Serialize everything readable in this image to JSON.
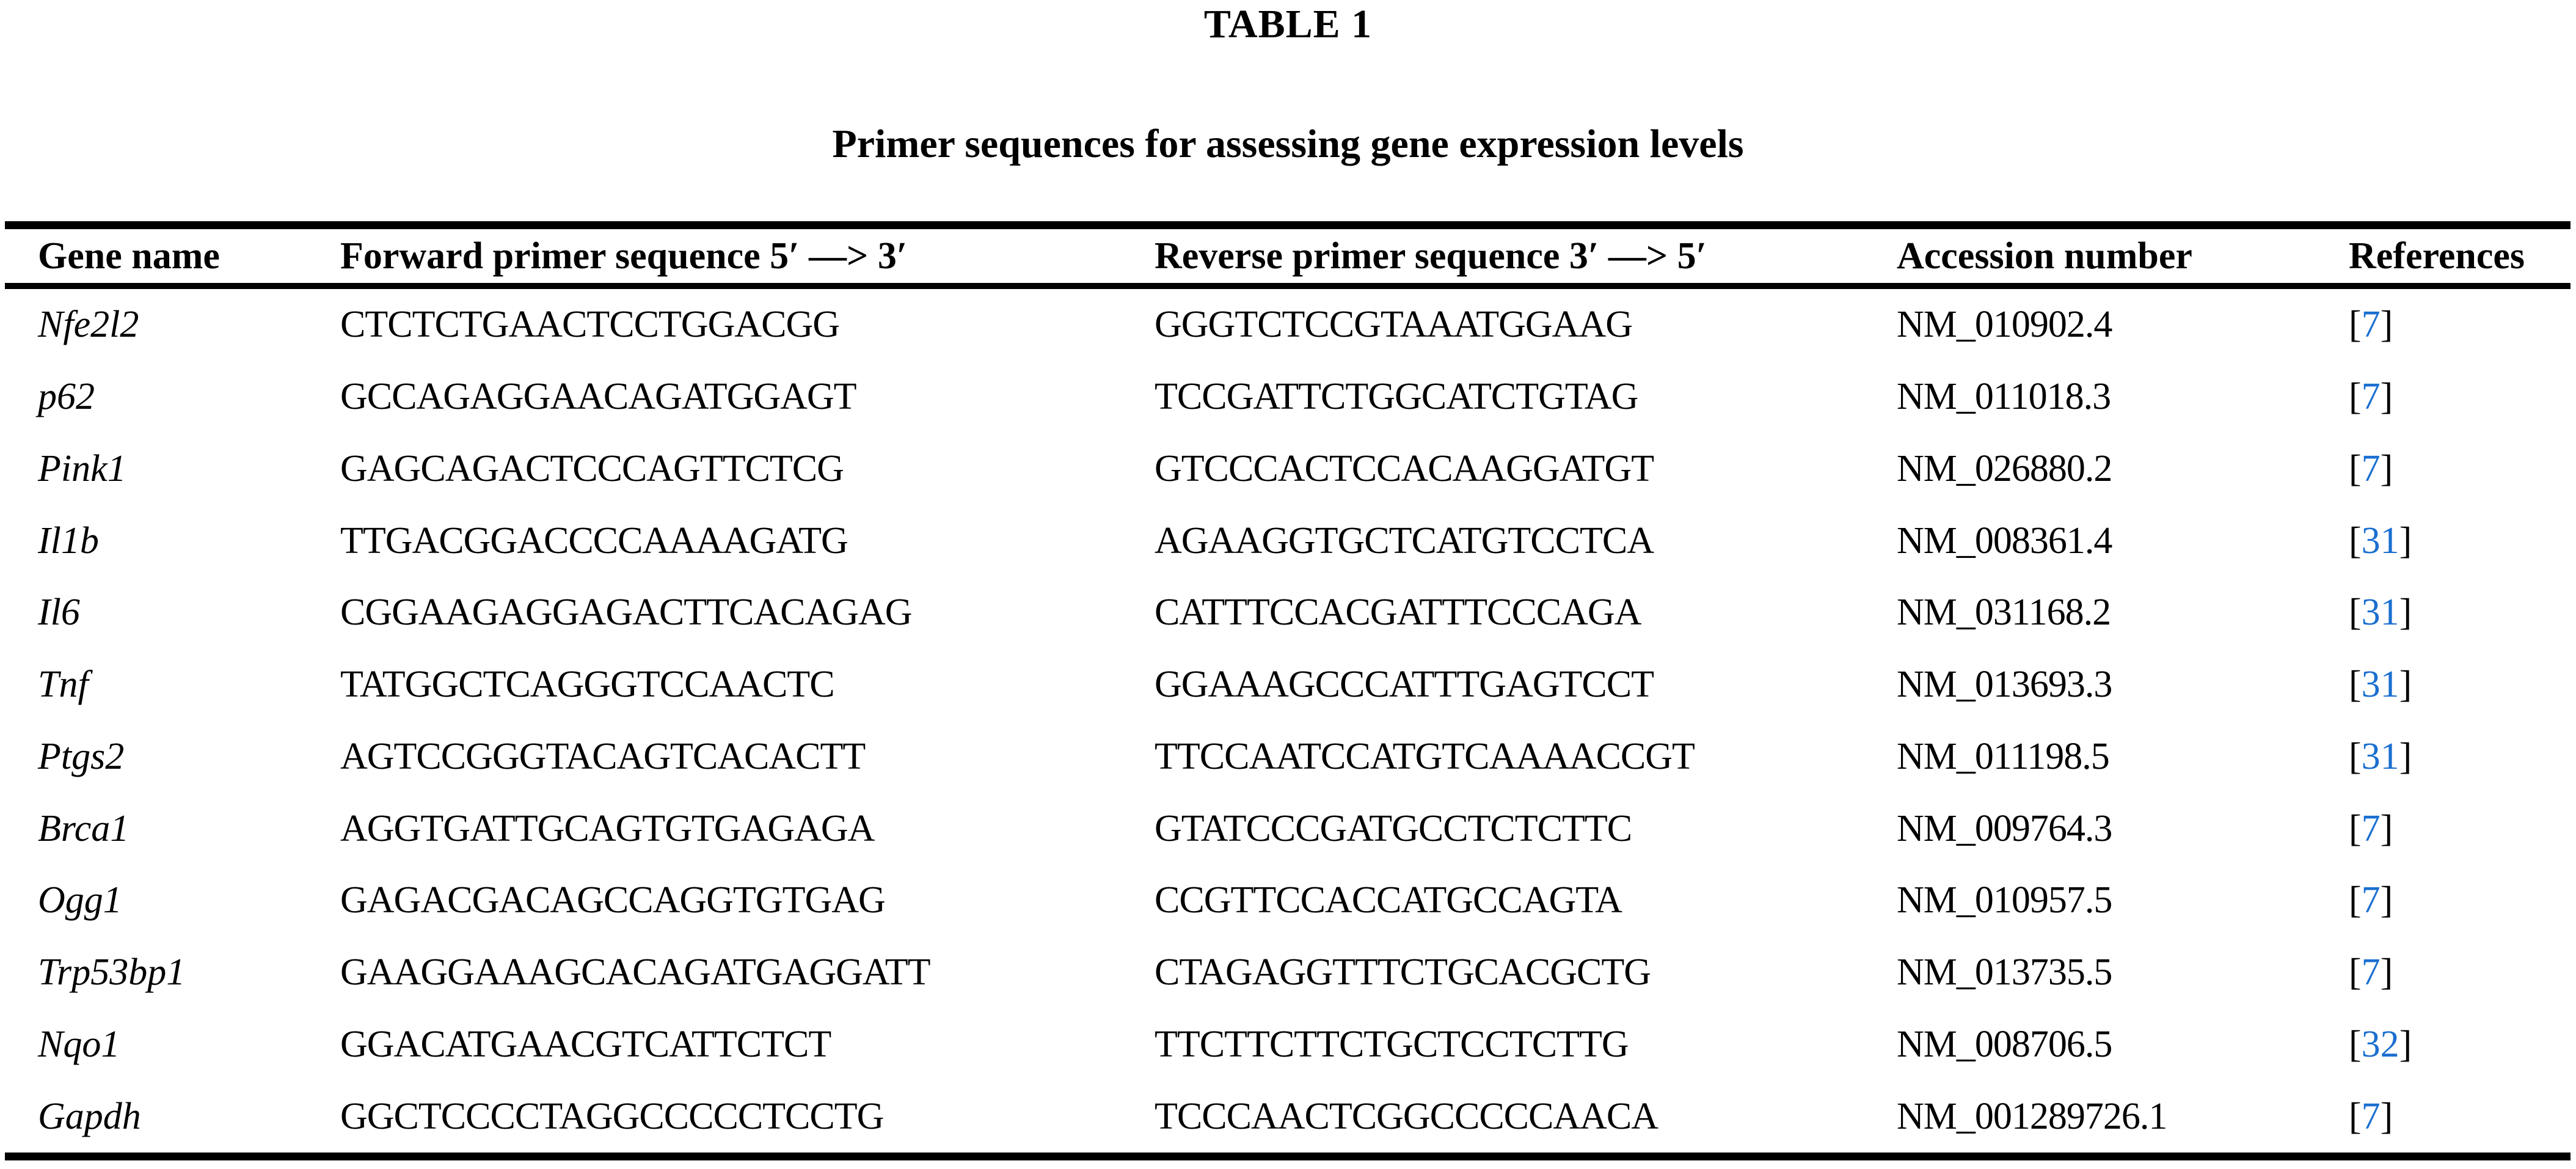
{
  "page": {
    "background": "#ffffff"
  },
  "colors": {
    "text": "#000000",
    "rule": "#000000",
    "reference_link": "#1b6fd0"
  },
  "table": {
    "label": "TABLE 1",
    "title": "Primer sequences for assessing gene expression levels",
    "columns": [
      "Gene name",
      "Forward primer sequence 5′ —> 3′",
      "Reverse primer sequence 3′ —> 5′",
      "Accession number",
      "References"
    ],
    "refs": {
      "open": "[",
      "close": "]"
    },
    "rows": [
      {
        "gene": "Nfe2l2",
        "forward": "CTCTCTGAACTCCTGGACGG",
        "reverse": "GGGTCTCCGTAAATGGAAG",
        "accession": "NM_010902.4",
        "reference": "7"
      },
      {
        "gene": "p62",
        "forward": "GCCAGAGGAACAGATGGAGT",
        "reverse": "TCCGATTCTGGCATCTGTAG",
        "accession": "NM_011018.3",
        "reference": "7"
      },
      {
        "gene": "Pink1",
        "forward": "GAGCAGACTCCCAGTTCTCG",
        "reverse": "GTCCCACTCCACAAGGATGT",
        "accession": "NM_026880.2",
        "reference": "7"
      },
      {
        "gene": "Il1b",
        "forward": "TTGACGGACCCCAAAAGATG",
        "reverse": "AGAAGGTGCTCATGTCCTCA",
        "accession": "NM_008361.4",
        "reference": "31"
      },
      {
        "gene": "Il6",
        "forward": "CGGAAGAGGAGACTTCACAGAG",
        "reverse": "CATTTCCACGATTTCCCAGA",
        "accession": "NM_031168.2",
        "reference": "31"
      },
      {
        "gene": "Tnf",
        "forward": "TATGGCTCAGGGTCCAACTC",
        "reverse": "GGAAAGCCCATTTGAGTCCT",
        "accession": "NM_013693.3",
        "reference": "31"
      },
      {
        "gene": "Ptgs2",
        "forward": "AGTCCGGGTACAGTCACACTT",
        "reverse": "TTCCAATCCATGTCAAAACCGT",
        "accession": "NM_011198.5",
        "reference": "31"
      },
      {
        "gene": "Brca1",
        "forward": "AGGTGATTGCAGTGTGAGAGA",
        "reverse": "GTATCCCGATGCCTCTCTTC",
        "accession": "NM_009764.3",
        "reference": "7"
      },
      {
        "gene": "Ogg1",
        "forward": "GAGACGACAGCCAGGTGTGAG",
        "reverse": "CCGTTCCACCATGCCAGTA",
        "accession": "NM_010957.5",
        "reference": "7"
      },
      {
        "gene": "Trp53bp1",
        "forward": "GAAGGAAAGCACAGATGAGGATT",
        "reverse": "CTAGAGGTTTCTGCACGCTG",
        "accession": "NM_013735.5",
        "reference": "7"
      },
      {
        "gene": "Nqo1",
        "forward": "GGACATGAACGTCATTCTCT",
        "reverse": "TTCTTCTTCTGCTCCTCTTG",
        "accession": "NM_008706.5",
        "reference": "32"
      },
      {
        "gene": "Gapdh",
        "forward": "GGCTCCCCTAGGCCCCCTCCTG",
        "reverse": "TCCCAACTCGGCCCCCAACA",
        "accession": "NM_001289726.1",
        "reference": "7"
      }
    ]
  }
}
